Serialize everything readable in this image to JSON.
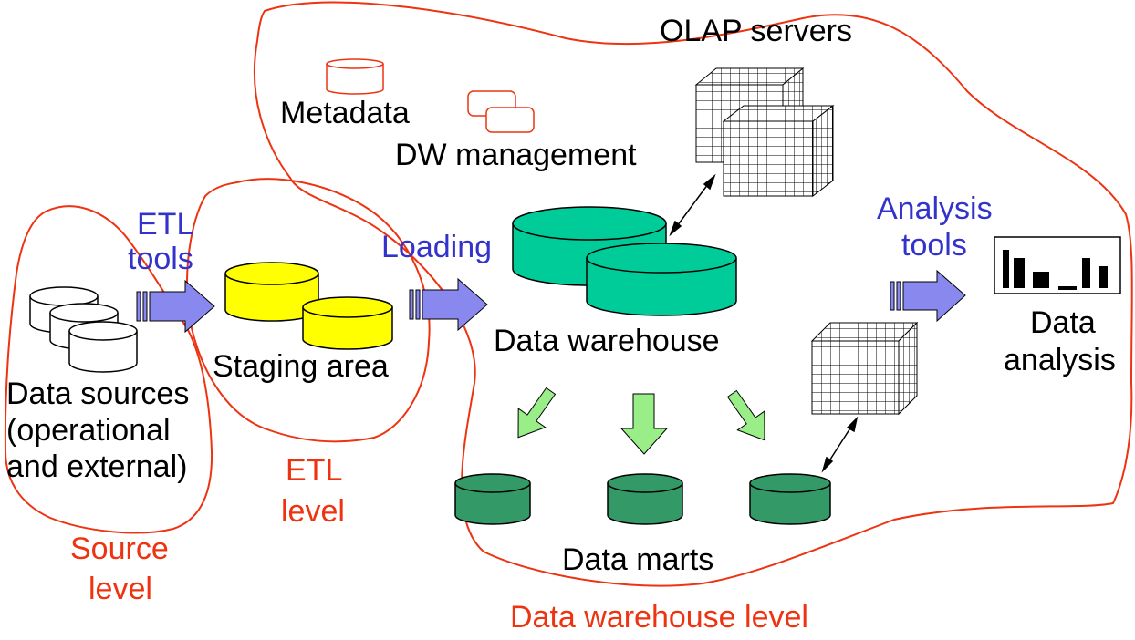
{
  "labels": {
    "olap_servers": "OLAP servers",
    "metadata": "Metadata",
    "dw_management": "DW management",
    "etl_tools_1": "ETL",
    "etl_tools_2": "tools",
    "loading": "Loading",
    "analysis_tools_1": "Analysis",
    "analysis_tools_2": "tools",
    "data_warehouse": "Data warehouse",
    "data_analysis_1": "Data",
    "data_analysis_2": "analysis",
    "staging_area": "Staging area",
    "data_sources_1": "Data sources",
    "data_sources_2": "(operational",
    "data_sources_3": "and external)",
    "etl_level_1": "ETL",
    "etl_level_2": "level",
    "source_level_1": "Source",
    "source_level_2": "level",
    "data_marts": "Data marts",
    "dw_level": "Data warehouse level"
  },
  "colors": {
    "boundary": "#ee3311",
    "blue_text": "#3333cc",
    "red_text": "#ee3311",
    "staging": "#ffff00",
    "warehouse": "#00cc99",
    "datamart": "#339966",
    "arrow_purple": "#8888ee",
    "arrow_green": "#99ee88"
  }
}
